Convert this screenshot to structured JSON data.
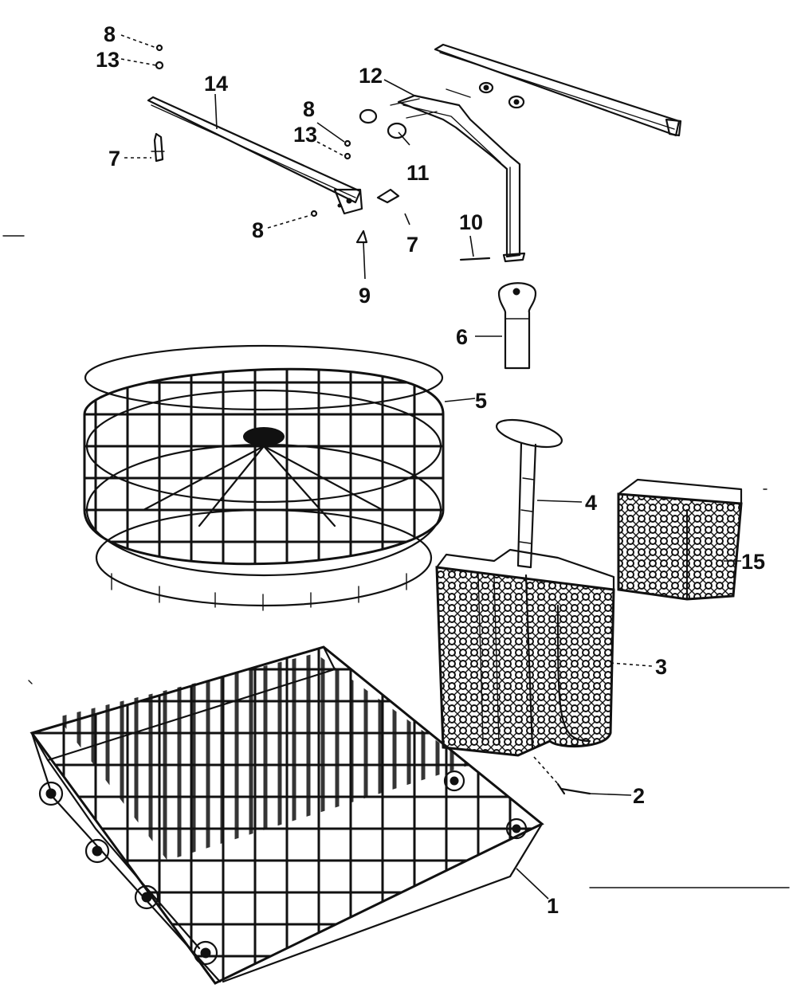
{
  "callouts": [
    {
      "id": "c1",
      "label": "1"
    },
    {
      "id": "c2",
      "label": "2"
    },
    {
      "id": "c3",
      "label": "3"
    },
    {
      "id": "c4",
      "label": "4"
    },
    {
      "id": "c5",
      "label": "5"
    },
    {
      "id": "c6",
      "label": "6"
    },
    {
      "id": "c7a",
      "label": "7"
    },
    {
      "id": "c7b",
      "label": "7"
    },
    {
      "id": "c8a",
      "label": "8"
    },
    {
      "id": "c8b",
      "label": "8"
    },
    {
      "id": "c8c",
      "label": "8"
    },
    {
      "id": "c9",
      "label": "9"
    },
    {
      "id": "c10",
      "label": "10"
    },
    {
      "id": "c11",
      "label": "11"
    },
    {
      "id": "c12",
      "label": "12"
    },
    {
      "id": "c13a",
      "label": "13"
    },
    {
      "id": "c13b",
      "label": "13"
    },
    {
      "id": "c14",
      "label": "14"
    },
    {
      "id": "c15",
      "label": "15"
    }
  ]
}
